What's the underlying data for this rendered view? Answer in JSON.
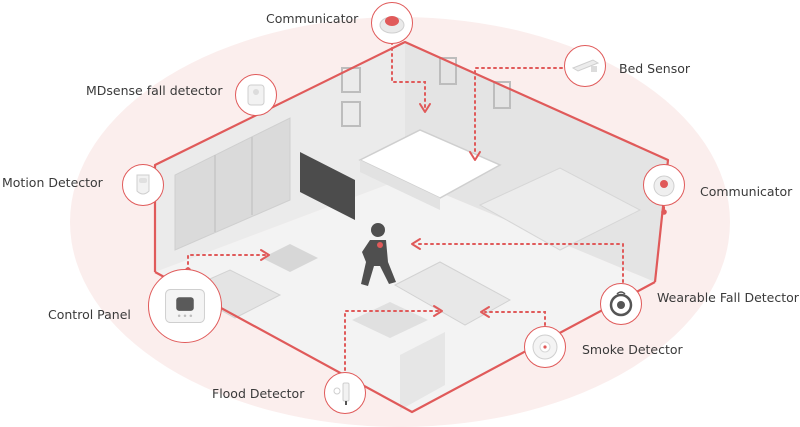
{
  "labels": {
    "communicator_top": "Communicator",
    "bed_sensor": "Bed Sensor",
    "mdsense_fall_detector": "MDsense fall detector",
    "motion_detector": "Motion Detector",
    "communicator_right": "Communicator",
    "control_panel": "Control Panel",
    "wearable_fall_detector": "Wearable Fall Detector",
    "smoke_detector": "Smoke Detector",
    "flood_detector": "Flood Detector"
  },
  "colors": {
    "accent": "#e05a5a",
    "text": "#3a3a3a",
    "floor": "#f2f2f2",
    "walls": "#dcdcdc",
    "halo": "#fbeceb"
  },
  "icons": {
    "communicator": "siren-icon",
    "bed_sensor": "sensor-strip-icon",
    "mdsense": "wall-detector-icon",
    "motion": "pir-sensor-icon",
    "control_panel": "keypad-icon",
    "wearable": "pendant-icon",
    "smoke": "smoke-alarm-icon",
    "flood": "water-probe-icon",
    "person": "walking-person-icon"
  }
}
